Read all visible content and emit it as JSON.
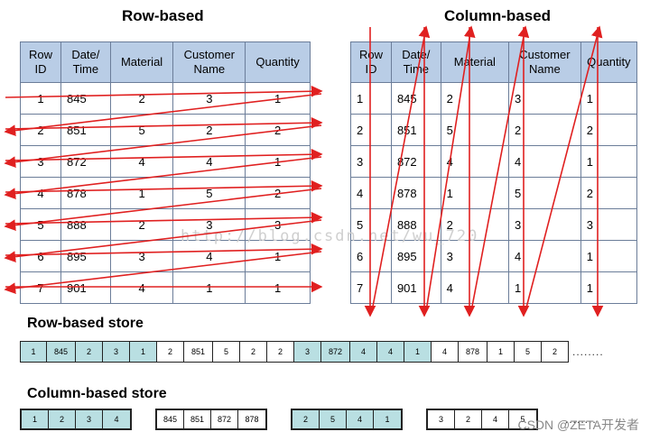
{
  "row_title": "Row-based",
  "col_title": "Column-based",
  "headers": [
    "Row\nID",
    "Date/\nTime",
    "Material",
    "Customer\nName",
    "Quantity"
  ],
  "rows": [
    [
      "1",
      "845",
      "2",
      "3",
      "1"
    ],
    [
      "2",
      "851",
      "5",
      "2",
      "2"
    ],
    [
      "3",
      "872",
      "4",
      "4",
      "1"
    ],
    [
      "4",
      "878",
      "1",
      "5",
      "2"
    ],
    [
      "5",
      "888",
      "2",
      "3",
      "3"
    ],
    [
      "6",
      "895",
      "3",
      "4",
      "1"
    ],
    [
      "7",
      "901",
      "4",
      "1",
      "1"
    ]
  ],
  "row_store": {
    "label": "Row-based store",
    "cells": [
      "1",
      "845",
      "2",
      "3",
      "1",
      "2",
      "851",
      "5",
      "2",
      "2",
      "3",
      "872",
      "4",
      "4",
      "1",
      "4",
      "878",
      "1",
      "5",
      "2"
    ],
    "trailing": "........"
  },
  "column_store": {
    "label": "Column-based store",
    "groups": [
      [
        "1",
        "2",
        "3",
        "4"
      ],
      [
        "845",
        "851",
        "872",
        "878"
      ],
      [
        "2",
        "5",
        "4",
        "1"
      ],
      [
        "3",
        "2",
        "4",
        "5"
      ]
    ],
    "trailing": "........"
  },
  "watermark": "http://blog.csdn.net/wu_720",
  "credit": "CSDN @ZETA开发者",
  "colors": {
    "header": "#b9cde6",
    "highlight": "#b9dfe2",
    "arrow": "#e02020",
    "border": "#6b7d99"
  }
}
